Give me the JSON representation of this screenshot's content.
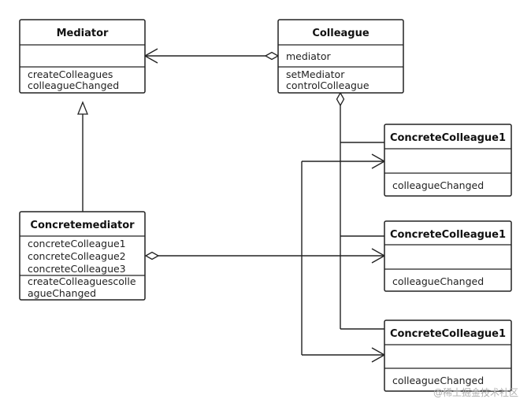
{
  "classes": {
    "mediator": {
      "title": "Mediator",
      "attributes": [],
      "methods": [
        "createColleagues",
        "colleagueChanged"
      ]
    },
    "colleague": {
      "title": "Colleague",
      "attributes": [
        "mediator"
      ],
      "methods": [
        "setMediator",
        "controlColleague"
      ]
    },
    "concretemediator": {
      "title": "Concretemediator",
      "attributes": [
        "concreteColleague1",
        "concreteColleague2",
        "concreteColleague3"
      ],
      "methods": [
        "createColleaguescolle",
        "agueChanged"
      ]
    },
    "concrete_colleagues": [
      {
        "title": "ConcreteColleague1",
        "attributes": [],
        "methods": [
          "colleagueChanged"
        ]
      },
      {
        "title": "ConcreteColleague1",
        "attributes": [],
        "methods": [
          "colleagueChanged"
        ]
      },
      {
        "title": "ConcreteColleague1",
        "attributes": [],
        "methods": [
          "colleagueChanged"
        ]
      }
    ]
  },
  "relationships": [
    {
      "type": "association-aggregation",
      "from": "colleague",
      "to": "mediator"
    },
    {
      "type": "generalization",
      "from": "concretemediator",
      "to": "mediator"
    },
    {
      "type": "generalization",
      "from": "concrete_colleagues",
      "to": "colleague"
    },
    {
      "type": "association-aggregation",
      "from": "concretemediator",
      "to": "concrete_colleagues"
    }
  ],
  "watermark": "@稀土掘金技术社区"
}
